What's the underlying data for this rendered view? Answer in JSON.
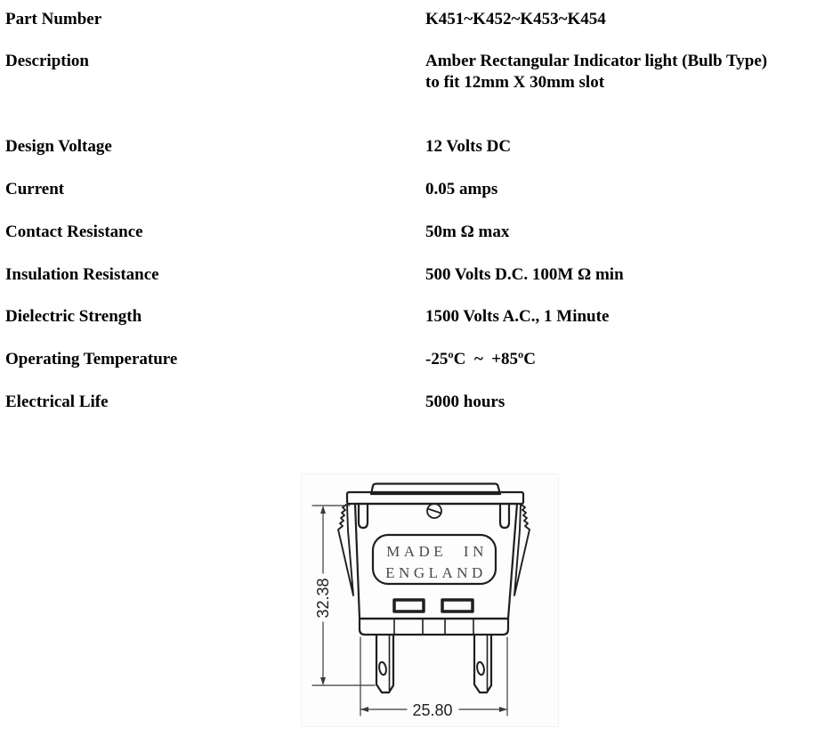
{
  "specs": {
    "rows": [
      {
        "label": "Part Number",
        "value": "K451~K452~K453~K454"
      },
      {
        "label": "Description",
        "value": "Amber Rectangular Indicator light (Bulb Type)\nto fit 12mm X 30mm slot"
      },
      {
        "label": "Design Voltage",
        "value": "12 Volts DC"
      },
      {
        "label": "Current",
        "value": "0.05 amps"
      },
      {
        "label": "Contact Resistance",
        "value": "50m Ω max"
      },
      {
        "label": "Insulation Resistance",
        "value": "500 Volts D.C. 100M Ω min"
      },
      {
        "label": "Dielectric Strength",
        "value": "1500 Volts A.C., 1 Minute"
      },
      {
        "label": "Operating Temperature",
        "value": "-25ºC  ~  +85ºC"
      },
      {
        "label": "Electrical Life",
        "value": "5000 hours"
      }
    ]
  },
  "drawing": {
    "badge_line1": "MADE IN",
    "badge_line2": "ENGLAND",
    "height_dim": "32.38",
    "width_dim": "25.80",
    "outline_color": "#1f1f1f",
    "dim_color": "#3a3a3a",
    "badge_text_color": "#4a4a4a",
    "dim_text_color": "#222222"
  }
}
